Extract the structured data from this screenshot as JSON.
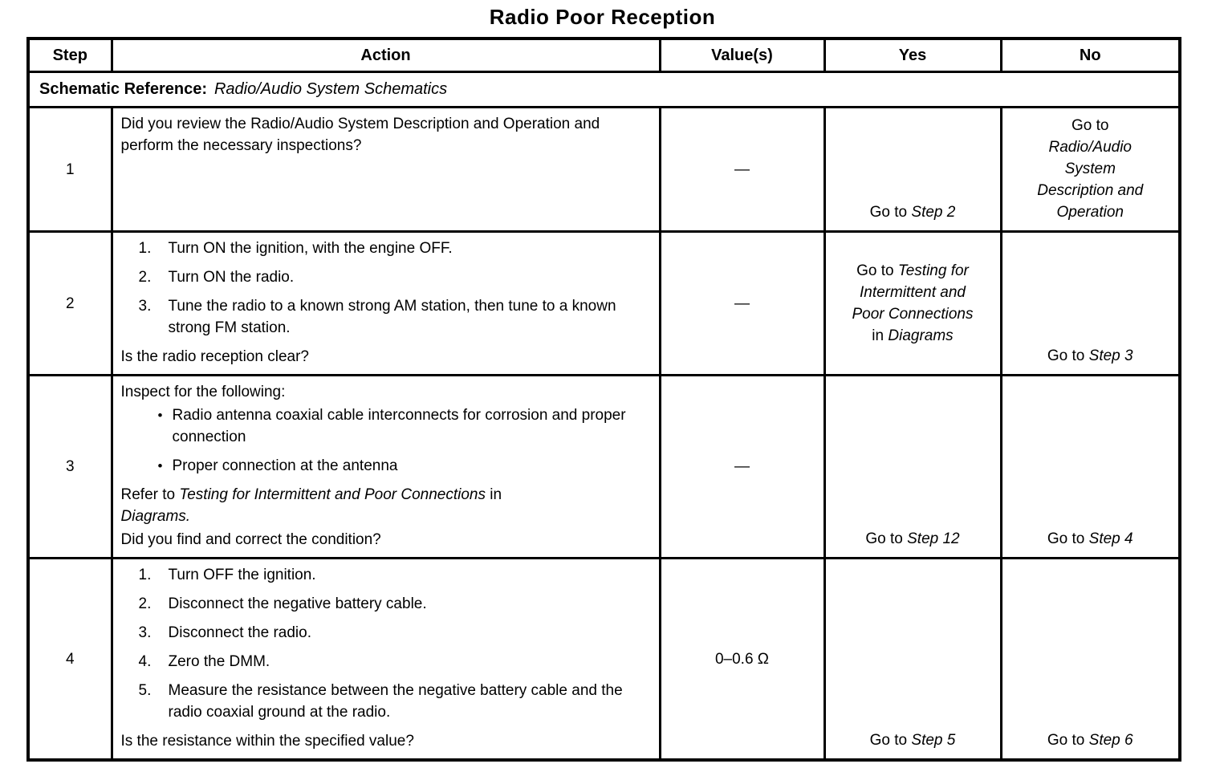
{
  "title": "Radio Poor Reception",
  "table": {
    "headers": {
      "step": "Step",
      "action": "Action",
      "values": "Value(s)",
      "yes": "Yes",
      "no": "No"
    },
    "schematic_reference": {
      "label": "Schematic Reference:",
      "reference": "Radio/Audio System Schematics"
    },
    "rows": [
      {
        "step": "1",
        "action": [
          {
            "type": "para",
            "segments": [
              {
                "t": "Did you review the Radio/Audio System Description and Operation and perform the necessary inspections?"
              }
            ]
          }
        ],
        "value": {
          "segments": [
            {
              "t": "—"
            }
          ],
          "valign": "middle"
        },
        "yes": {
          "segments": [
            {
              "t": "Go to "
            },
            {
              "t": "Step 2",
              "i": true
            }
          ],
          "valign": "bottom"
        },
        "no": {
          "segments": [
            {
              "t": "Go to"
            },
            {
              "br": true
            },
            {
              "t": "Radio/Audio",
              "i": true
            },
            {
              "br": true
            },
            {
              "t": "System",
              "i": true
            },
            {
              "br": true
            },
            {
              "t": "Description and",
              "i": true
            },
            {
              "br": true
            },
            {
              "t": "Operation",
              "i": true
            }
          ],
          "valign": "middle"
        }
      },
      {
        "step": "2",
        "action": [
          {
            "type": "numbered",
            "num": "1.",
            "segments": [
              {
                "t": "Turn ON the ignition, with the engine OFF."
              }
            ]
          },
          {
            "type": "numbered",
            "num": "2.",
            "segments": [
              {
                "t": "Turn ON the radio."
              }
            ]
          },
          {
            "type": "numbered",
            "num": "3.",
            "segments": [
              {
                "t": "Tune the radio to a known strong AM station, then tune to a known strong FM station."
              }
            ]
          },
          {
            "type": "para",
            "segments": [
              {
                "t": "Is the radio reception clear?"
              }
            ]
          }
        ],
        "value": {
          "segments": [
            {
              "t": "—"
            }
          ],
          "valign": "middle"
        },
        "yes": {
          "segments": [
            {
              "t": "Go to "
            },
            {
              "t": "Testing for",
              "i": true
            },
            {
              "br": true
            },
            {
              "t": "Intermittent and",
              "i": true
            },
            {
              "br": true
            },
            {
              "t": "Poor Connections",
              "i": true
            },
            {
              "br": true
            },
            {
              "t": "in "
            },
            {
              "t": "Diagrams",
              "i": true
            }
          ],
          "valign": "middle"
        },
        "no": {
          "segments": [
            {
              "t": "Go to "
            },
            {
              "t": "Step 3",
              "i": true
            }
          ],
          "valign": "bottom"
        }
      },
      {
        "step": "3",
        "action": [
          {
            "type": "para",
            "segments": [
              {
                "t": "Inspect for the following:"
              }
            ]
          },
          {
            "type": "bullet",
            "segments": [
              {
                "t": "Radio antenna coaxial cable interconnects for corrosion and proper connection"
              }
            ]
          },
          {
            "type": "bullet",
            "segments": [
              {
                "t": "Proper connection at the antenna"
              }
            ]
          },
          {
            "type": "para",
            "segments": [
              {
                "t": "Refer to "
              },
              {
                "t": "Testing for Intermittent and Poor Connections",
                "i": true
              },
              {
                "t": " in"
              },
              {
                "br": true
              },
              {
                "t": "Diagrams.",
                "i": true
              }
            ]
          },
          {
            "type": "para",
            "segments": [
              {
                "t": "Did you find and correct the condition?"
              }
            ]
          }
        ],
        "value": {
          "segments": [
            {
              "t": "—"
            }
          ],
          "valign": "middle"
        },
        "yes": {
          "segments": [
            {
              "t": "Go to "
            },
            {
              "t": "Step 12",
              "i": true
            }
          ],
          "valign": "bottom"
        },
        "no": {
          "segments": [
            {
              "t": "Go to "
            },
            {
              "t": "Step 4",
              "i": true
            }
          ],
          "valign": "bottom"
        }
      },
      {
        "step": "4",
        "action": [
          {
            "type": "numbered",
            "num": "1.",
            "segments": [
              {
                "t": "Turn OFF the ignition."
              }
            ]
          },
          {
            "type": "numbered",
            "num": "2.",
            "segments": [
              {
                "t": "Disconnect the negative battery cable."
              }
            ]
          },
          {
            "type": "numbered",
            "num": "3.",
            "segments": [
              {
                "t": "Disconnect the radio."
              }
            ]
          },
          {
            "type": "numbered",
            "num": "4.",
            "segments": [
              {
                "t": "Zero the DMM."
              }
            ]
          },
          {
            "type": "numbered",
            "num": "5.",
            "segments": [
              {
                "t": "Measure the resistance between the negative battery cable and the radio coaxial ground at the radio."
              }
            ]
          },
          {
            "type": "para",
            "segments": [
              {
                "t": "Is the resistance within the specified value?"
              }
            ]
          }
        ],
        "value": {
          "segments": [
            {
              "t": "0–0.6 Ω"
            }
          ],
          "valign": "middle"
        },
        "yes": {
          "segments": [
            {
              "t": "Go to "
            },
            {
              "t": "Step 5",
              "i": true
            }
          ],
          "valign": "bottom"
        },
        "no": {
          "segments": [
            {
              "t": "Go to "
            },
            {
              "t": "Step 6",
              "i": true
            }
          ],
          "valign": "bottom"
        }
      }
    ]
  }
}
